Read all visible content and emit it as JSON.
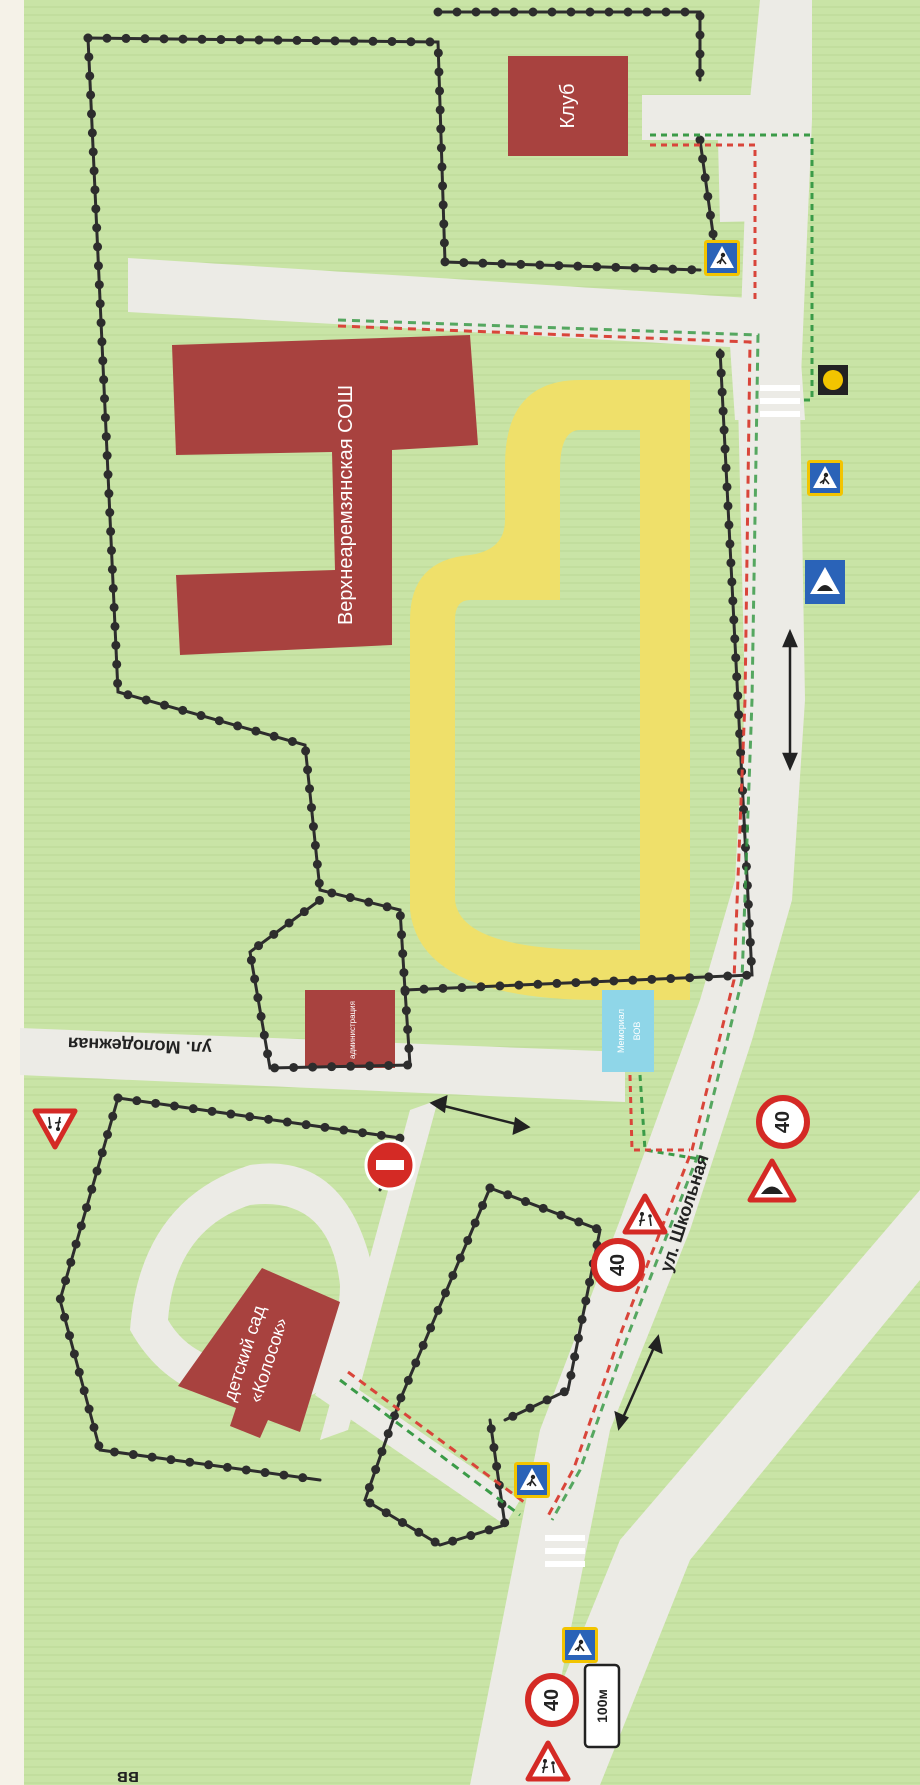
{
  "map": {
    "colors": {
      "page": "#f5f2e8",
      "grass": "#c9e4a6",
      "road": "#ecebe6",
      "building": "#a8423f",
      "stadium_track": "#efe06a",
      "fence": "#2d2d2d",
      "route_red": "#d9453a",
      "route_green": "#3b9b48",
      "memorial": "#8fd6e8",
      "sign_red": "#d42a25",
      "sign_blue": "#2a63b8"
    },
    "buildings": {
      "school": "Верхнеаремзянская СОШ",
      "club": "Клуб",
      "administration": "администрация",
      "kindergarten_line1": "детский сад",
      "kindergarten_line2": "«Колосок»",
      "memorial_line1": "Мемориал",
      "memorial_line2": "ВОВ"
    },
    "streets": {
      "molodezhnaya": "ул. Молодежная",
      "shkolnaya": "ул. Школьная",
      "edge_fragment": "вв"
    },
    "signs": {
      "speed_limit": "40",
      "distance_plate": "100м"
    },
    "icons": [
      "pedestrian-crossing-sign-icon",
      "children-warning-sign-icon",
      "speed-limit-sign-icon",
      "no-entry-sign-icon",
      "speed-bump-sign-icon",
      "traffic-light-icon",
      "two-way-traffic-arrow-icon"
    ]
  }
}
